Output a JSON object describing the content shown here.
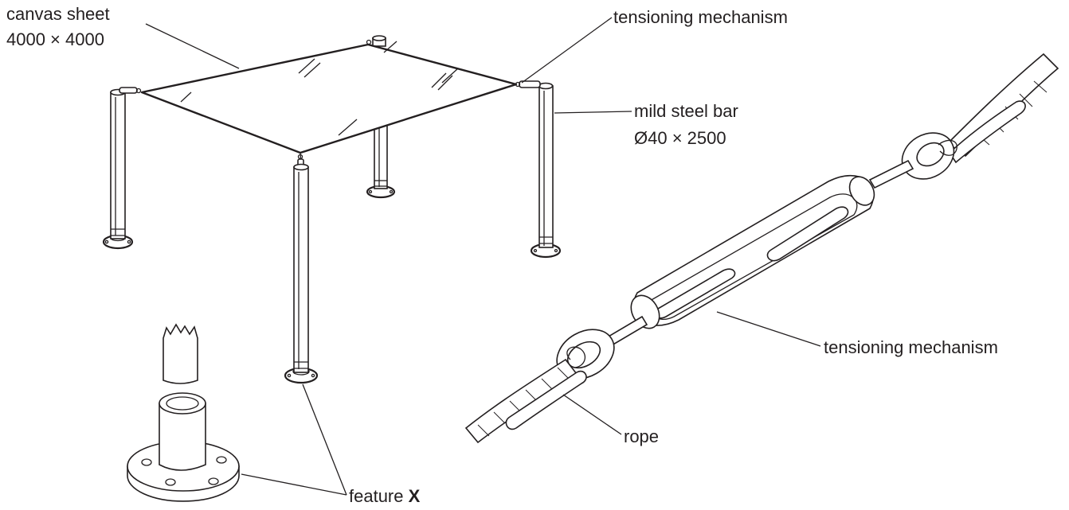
{
  "labels": {
    "canvas_sheet": "canvas sheet",
    "canvas_size": "4000 × 4000",
    "tensioning_top": "tensioning mechanism",
    "steel_bar": "mild steel bar",
    "steel_bar_size": "Ø40 × 2500",
    "tensioning_right": "tensioning mechanism",
    "rope": "rope",
    "feature_prefix": "feature",
    "feature_letter": "X"
  },
  "colors": {
    "ink": "#231f20",
    "paper": "#ffffff"
  }
}
